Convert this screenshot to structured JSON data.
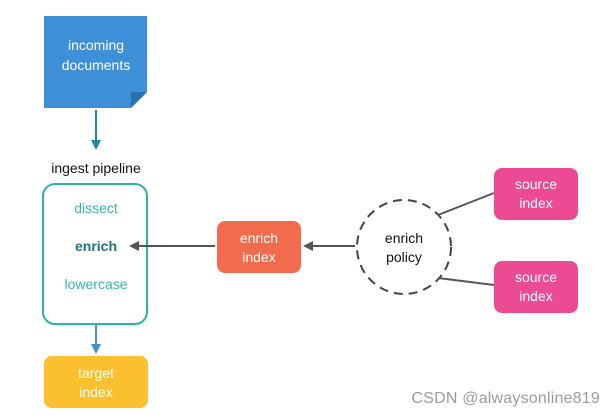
{
  "incoming_documents": {
    "line1": "incoming",
    "line2": "documents"
  },
  "ingest_pipeline": {
    "title": "ingest pipeline",
    "processors": [
      "dissect",
      "enrich",
      "lowercase"
    ]
  },
  "enrich_index": {
    "line1": "enrich",
    "line2": "index"
  },
  "enrich_policy": {
    "line1": "enrich",
    "line2": "policy"
  },
  "source_index_1": {
    "line1": "source",
    "line2": "index"
  },
  "source_index_2": {
    "line1": "source",
    "line2": "index"
  },
  "target_index": {
    "line1": "target",
    "line2": "index"
  },
  "watermark": "CSDN @alwaysonline819",
  "colors": {
    "incoming_documents": "#3d8fd8",
    "enrich_index": "#f26b4d",
    "source_index": "#ec4b94",
    "target_index": "#fbc02d",
    "pipeline_border": "#2bb3a6",
    "processor_text": "#35b5a8",
    "enrich_text": "#1f6f86",
    "arrow_teal": "#1b8ba0",
    "arrow_blue": "#4a90c8",
    "arrow_gray": "#555555"
  }
}
